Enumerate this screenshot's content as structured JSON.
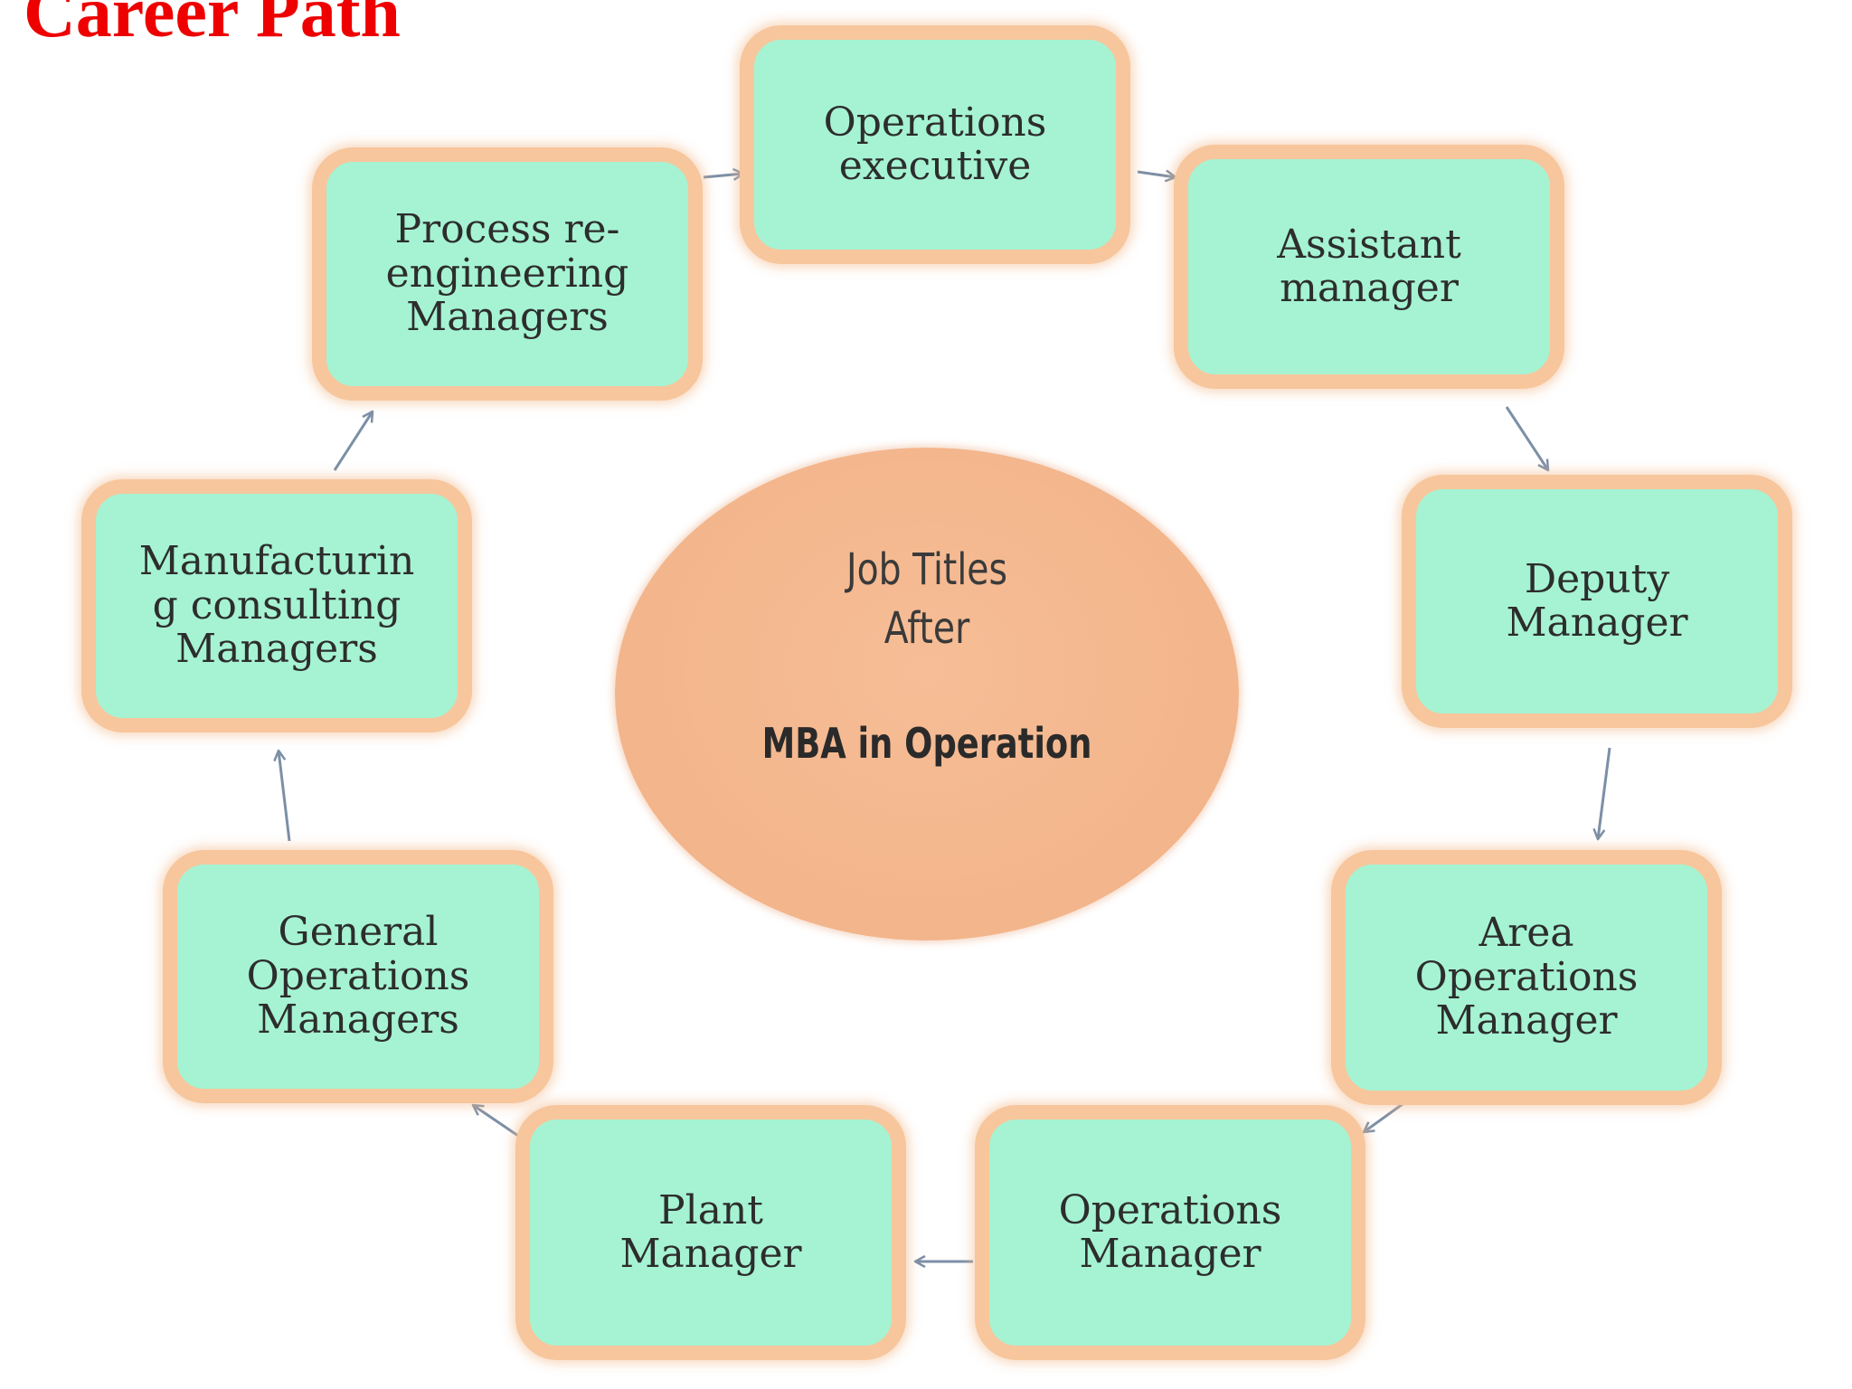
{
  "title": "Career Path",
  "center": {
    "line1": "Job Titles",
    "line2": "After",
    "line3": "MBA in Operation"
  },
  "nodes": [
    {
      "label": "Operations\nexecutive"
    },
    {
      "label": "Assistant\nmanager"
    },
    {
      "label": "Deputy\nManager"
    },
    {
      "label": "Area\nOperations\nManager"
    },
    {
      "label": "Operations\nManager"
    },
    {
      "label": "Plant\nManager"
    },
    {
      "label": "General\nOperations\nManagers"
    },
    {
      "label": "Manufacturin\ng consulting\nManagers"
    },
    {
      "label": "Process re-\nengineering\nManagers"
    }
  ],
  "colors": {
    "title": "#ee0000",
    "node_fill": "#a5f3d3",
    "node_border": "#f7c69c",
    "center_fill": "#f3b58b",
    "arrow": "#7c8fa6"
  }
}
